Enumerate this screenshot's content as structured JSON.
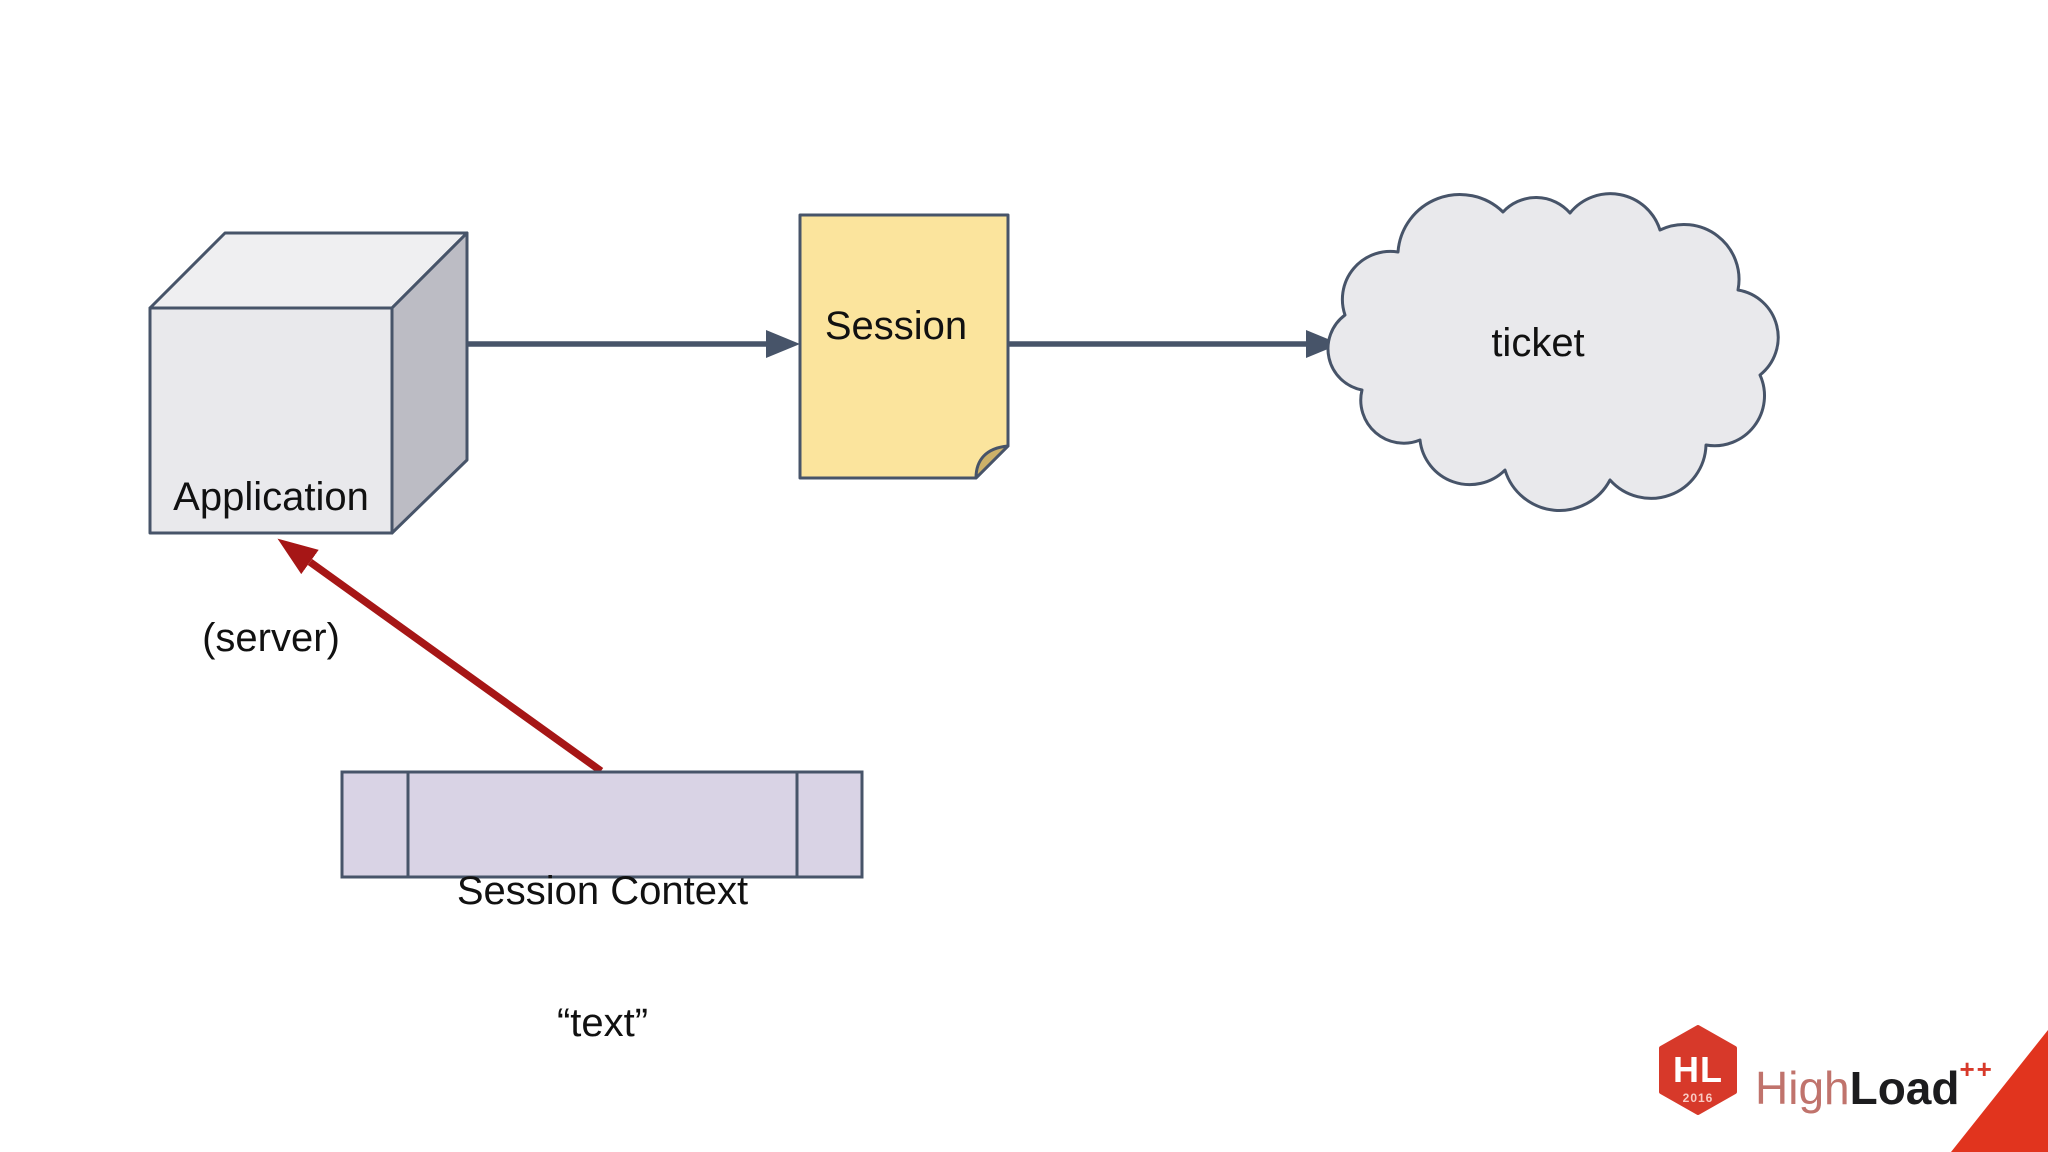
{
  "slide": {
    "background": "#ffffff",
    "nodes": {
      "application": {
        "shape": "cube",
        "lines": [
          "Application",
          "(server)"
        ]
      },
      "session": {
        "shape": "folded-note",
        "label": "Session"
      },
      "ticket": {
        "shape": "cloud",
        "label": "ticket"
      },
      "session_context": {
        "shape": "predefined-process",
        "lines": [
          "Session Context",
          "“text”"
        ]
      }
    },
    "connectors": [
      {
        "from": "application",
        "to": "session",
        "style": "solid-arrow",
        "color": "#475469"
      },
      {
        "from": "session",
        "to": "ticket",
        "style": "solid-arrow",
        "color": "#475469"
      },
      {
        "from": "session_context",
        "to": "application",
        "style": "solid-arrow",
        "color": "#a61616"
      }
    ],
    "colors": {
      "stroke": "#475469",
      "text": "#111111",
      "cube_front": "#e9e9ec",
      "cube_top": "#efeff1",
      "cube_side": "#bcbcc4",
      "note_fill": "#fbe49d",
      "note_fold": "#ccb169",
      "cloud_fill": "#e9e9ec",
      "context_fill": "#d9d3e5",
      "red_arrow": "#a61616",
      "logo_red": "#d7392a",
      "corner_red": "#e1341e"
    },
    "logo": {
      "badge_text": "HL",
      "badge_year": "2016",
      "brand_first": "High",
      "brand_second": "Load",
      "brand_suffix": "++"
    }
  }
}
